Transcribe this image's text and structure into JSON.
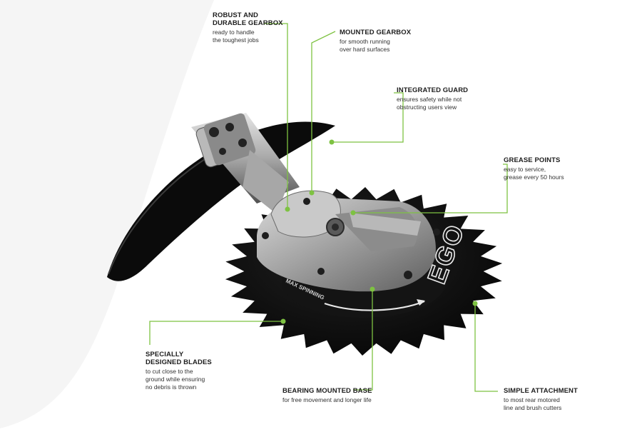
{
  "colors": {
    "accent": "#7ec242",
    "blade": "#0c0c0c",
    "metal": "#9a9a9a"
  },
  "product": {
    "logo": "EGO",
    "blade_print": "MAX SPINNING"
  },
  "callouts": [
    {
      "id": "robust",
      "title1": "ROBUST AND",
      "title2": "DURABLE GEARBOX",
      "desc1": "ready to handle",
      "desc2": "the toughest jobs"
    },
    {
      "id": "mounted",
      "title1": "MOUNTED GEARBOX",
      "desc1": "for smooth running",
      "desc2": "over hard surfaces"
    },
    {
      "id": "guard",
      "title1": "INTEGRATED GUARD",
      "desc1": "ensures safety while not",
      "desc2": "obstructing users view"
    },
    {
      "id": "grease",
      "title1": "GREASE POINTS",
      "desc1": "easy to service,",
      "desc2": "grease every 50 hours"
    },
    {
      "id": "blades",
      "title1": "SPECIALLY",
      "title2": "DESIGNED BLADES",
      "desc1": "to cut close to the",
      "desc2": "ground while ensuring",
      "desc3": "no debris is thrown"
    },
    {
      "id": "bearing",
      "title1": "BEARING MOUNTED BASE",
      "desc1": "for free movement and longer life"
    },
    {
      "id": "attach",
      "title1": "SIMPLE ATTACHMENT",
      "desc1": "to most rear motored",
      "desc2": "line and brush cutters"
    }
  ]
}
